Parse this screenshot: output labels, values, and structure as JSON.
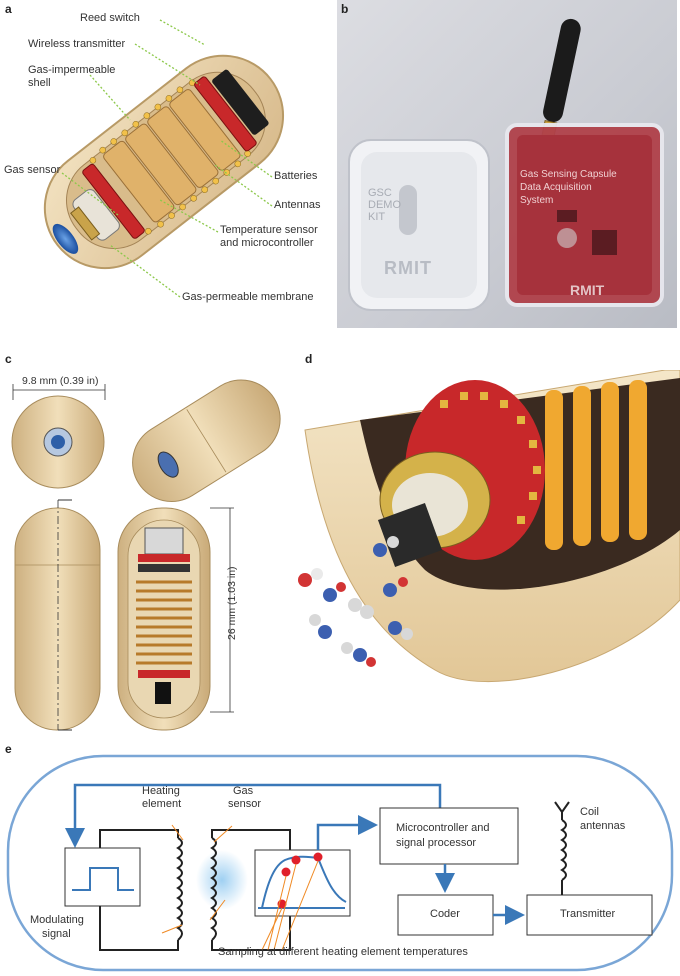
{
  "panels": {
    "a": "a",
    "b": "b",
    "c": "c",
    "d": "d",
    "e": "e"
  },
  "panel_a": {
    "labels": {
      "reed_switch": "Reed switch",
      "wireless_transmitter": "Wireless transmitter",
      "shell_line1": "Gas-impermeable",
      "shell_line2": "shell",
      "gas_sensor": "Gas sensor",
      "batteries": "Batteries",
      "antennas": "Antennas",
      "temp_line1": "Temperature sensor",
      "temp_line2": "and microcontroller",
      "membrane": "Gas-permeable membrane"
    }
  },
  "panel_b": {
    "demo_kit": [
      "GSC",
      "DEMO",
      "KIT"
    ],
    "demo_brand": "RMIT",
    "daq_line1": "Gas Sensing Capsule",
    "daq_line2": "Data Acquisition",
    "daq_line3": "System",
    "daq_brand": "RMIT"
  },
  "panel_c": {
    "width_dim": "9.8 mm (0.39 in)",
    "length_dim": "26 mm (1.03 in)"
  },
  "panel_e": {
    "heating_line1": "Heating",
    "heating_line2": "element",
    "gas_line1": "Gas",
    "gas_line2": "sensor",
    "micro_line1": "Microcontroller and",
    "micro_line2": "signal processor",
    "coil_line1": "Coil",
    "coil_line2": "antennas",
    "mod_line1": "Modulating",
    "mod_line2": "signal",
    "coder": "Coder",
    "transmitter": "Transmitter",
    "sampling": "Sampling at different heating element temperatures"
  },
  "colors": {
    "capsule_shell": "#e8cfa0",
    "capsule_edge": "#b89a66",
    "pcb_red": "#c8282a",
    "battery_gold": "#d8a24a",
    "flow_blue": "#3a78b8",
    "frame_blue": "#7aa6d6",
    "sample_red": "#e0202a",
    "leader_green": "#8cc84a"
  }
}
